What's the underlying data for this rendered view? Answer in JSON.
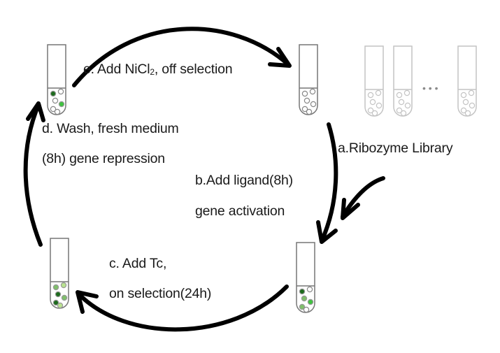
{
  "title": "Ribozyme selection cycle",
  "steps": {
    "a": {
      "label": "a.Ribozyme Library"
    },
    "b": {
      "line1": "b.Add ligand(8h)",
      "line2": "gene activation"
    },
    "c": {
      "line1": "c. Add Tc,",
      "line2": "on selection(24h)"
    },
    "d": {
      "line1": "d. Wash, fresh medium",
      "line2": "(8h) gene repression"
    },
    "e": {
      "prefix": "e. Add NiCl",
      "subscript": "2",
      "suffix": ", off selection"
    }
  },
  "library_ellipsis": "• • •",
  "colors": {
    "arrow": "#000000",
    "tube": "#777777",
    "tube_faded": "#c4c4c4",
    "cell_empty": "#888888",
    "green_dark": "#1d6b1d",
    "green_bright": "#3fc33f",
    "green_mid": "#7fbf6a",
    "green_light": "#b9e38f"
  },
  "tubes": [
    {
      "id": "top-left",
      "cells": [
        "green_dark",
        "empty",
        "empty",
        "green_bright",
        "empty",
        "empty"
      ]
    },
    {
      "id": "top-right",
      "cells": [
        "empty",
        "empty",
        "empty",
        "empty",
        "empty",
        "empty"
      ]
    },
    {
      "id": "bottom-right",
      "cells": [
        "green_dark",
        "empty",
        "green_mid",
        "green_bright",
        "green_mid",
        "empty"
      ]
    },
    {
      "id": "bottom-left",
      "cells": [
        "green_mid",
        "green_light",
        "green_dark",
        "green_mid",
        "green_dark",
        "green_light"
      ]
    }
  ],
  "library_tubes": 3
}
